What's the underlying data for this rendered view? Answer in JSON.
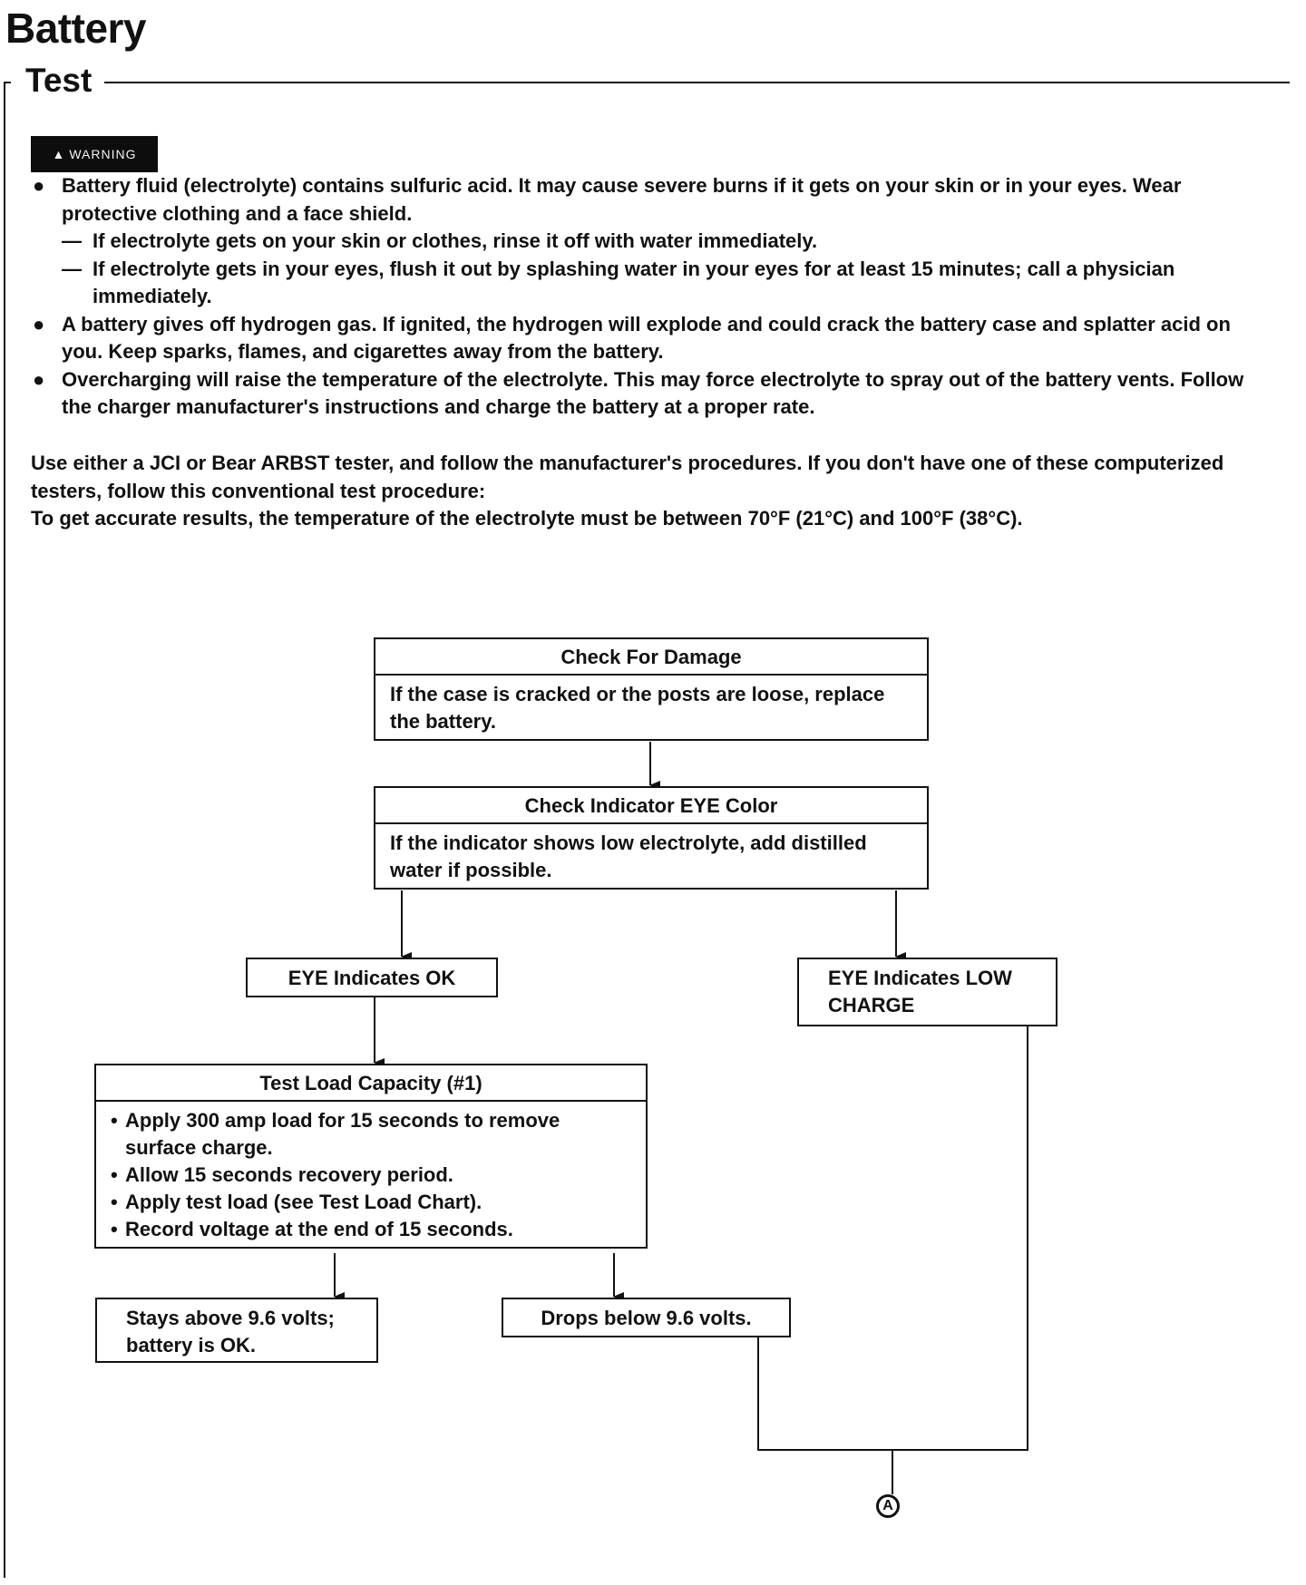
{
  "page": {
    "title": "Battery",
    "section": "Test"
  },
  "warning": {
    "badge": "WARNING",
    "items": [
      {
        "text": "Battery fluid (electrolyte) contains sulfuric acid. It may cause severe burns if it gets on your skin or in your eyes. Wear protective clothing and a face shield.",
        "subitems": [
          "If electrolyte gets on your skin or clothes, rinse it off with water immediately.",
          "If electrolyte gets in your eyes, flush it out by splashing water in your eyes for at least 15 minutes; call a physician immediately."
        ]
      },
      {
        "text": "A battery gives off hydrogen gas. If ignited, the hydrogen will explode and could crack the battery case and splatter acid on you. Keep sparks, flames, and cigarettes away from the battery."
      },
      {
        "text": "Overcharging will raise the temperature of the electrolyte. This may force electrolyte to spray out of the battery vents. Follow the charger manufacturer's instructions and charge the battery at a proper rate."
      }
    ]
  },
  "intro": {
    "line1": "Use either a JCI or Bear ARBST tester, and follow the manufacturer's procedures. If you don't have one of these computerized testers, follow this conventional test procedure:",
    "line2": "To get accurate results, the temperature of the electrolyte must be between 70°F (21°C) and 100°F (38°C)."
  },
  "flowchart": {
    "check_damage": {
      "title": "Check For Damage",
      "body": "If the case is cracked or the posts are loose, replace the battery."
    },
    "check_eye": {
      "title": "Check Indicator EYE Color",
      "body": "If the indicator shows low electrolyte, add distilled water if possible."
    },
    "eye_ok": "EYE Indicates OK",
    "eye_low": "EYE Indicates LOW CHARGE",
    "test_load": {
      "title": "Test Load Capacity (#1)",
      "steps": [
        "Apply 300 amp load for 15 seconds to remove surface charge.",
        "Allow 15 seconds recovery period.",
        "Apply test load (see Test Load Chart).",
        "Record voltage at the end of 15 seconds."
      ]
    },
    "above": "Stays above 9.6 volts; battery is OK.",
    "below": "Drops below 9.6 volts.",
    "connector": "A"
  }
}
